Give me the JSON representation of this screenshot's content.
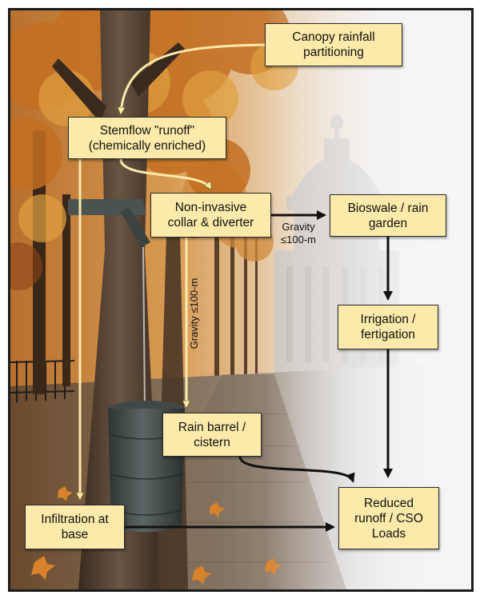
{
  "nodes": {
    "canopy": "Canopy rainfall\npartitioning",
    "stemflow": "Stemflow \"runoff\"\n(chemically enriched)",
    "collar": "Non-invasive\ncollar & diverter",
    "bioswale": "Bioswale / rain\ngarden",
    "irrigation": "Irrigation /\nfertigation",
    "barrel": "Rain barrel /\ncistern",
    "infiltration": "Infiltration at\nbase",
    "reduced": "Reduced\nrunoff / CSO\nLoads"
  },
  "edge_labels": {
    "gravity_horizontal": "Gravity\n≤100-m",
    "gravity_vertical": "Gravity ≤100-m"
  },
  "colors": {
    "box_fill": "#fbeaaa",
    "arrow_light": "#fbeaaa",
    "arrow_dark": "#111111"
  }
}
